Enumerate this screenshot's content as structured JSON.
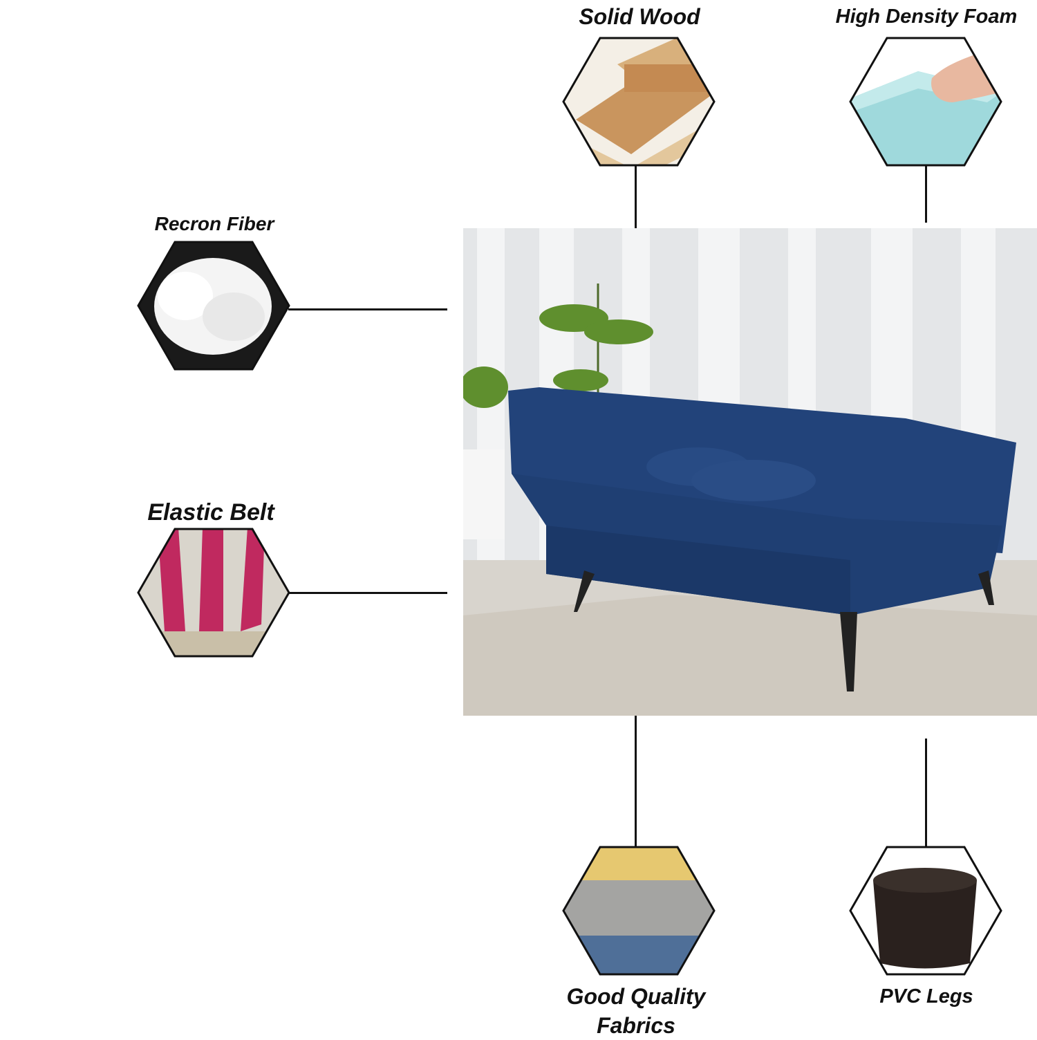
{
  "features": {
    "solid_wood": {
      "label": "Solid Wood",
      "icon": "wood-planks-icon"
    },
    "foam": {
      "label": "High Density Foam",
      "icon": "foam-icon"
    },
    "recron": {
      "label": "Recron Fiber",
      "icon": "fiber-icon"
    },
    "elastic": {
      "label": "Elastic Belt",
      "icon": "elastic-belt-icon"
    },
    "fabrics": {
      "label": "Good Quality Fabrics",
      "icon": "fabric-swatch-icon"
    },
    "legs": {
      "label": "PVC Legs",
      "icon": "pvc-leg-icon"
    }
  },
  "colors": {
    "sofa": "#1f3f73",
    "line": "#111111",
    "wall": "#e6e8ea",
    "floor": "#d8d4cd"
  }
}
